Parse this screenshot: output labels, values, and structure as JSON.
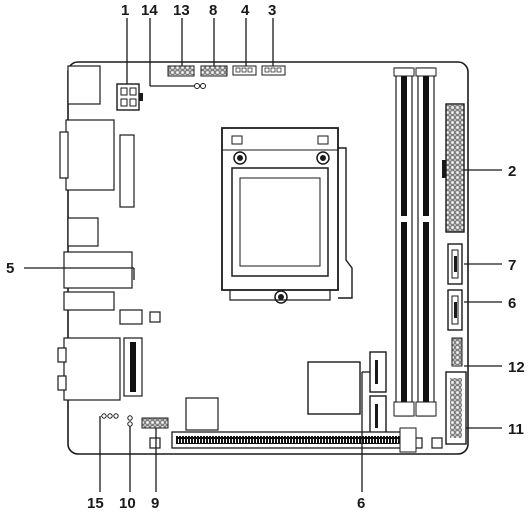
{
  "callouts": {
    "c1": "1",
    "c2": "2",
    "c3": "3",
    "c4": "4",
    "c5": "5",
    "c6_right": "6",
    "c6_bottom": "6",
    "c7": "7",
    "c8": "8",
    "c9": "9",
    "c10": "10",
    "c11": "11",
    "c12": "12",
    "c13": "13",
    "c14": "14",
    "c15": "15"
  },
  "colors": {
    "outline": "#1a1a1a",
    "board_fill": "#ffffff",
    "slot_fill": "#111111",
    "accent_gray": "#bdbdbd"
  }
}
